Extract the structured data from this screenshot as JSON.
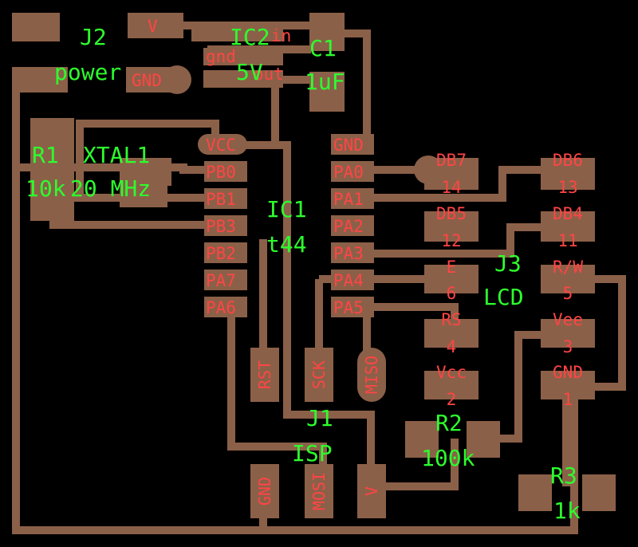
{
  "colors": {
    "background": "#000000",
    "copper": "#8b6048",
    "pin_text": "#ff4545",
    "component_label": "#2dff2d"
  },
  "components": {
    "J2": {
      "ref": "J2",
      "value": "power",
      "pins": {
        "v": "V",
        "gnd": "GND"
      }
    },
    "IC2": {
      "ref": "IC2",
      "value": "5V",
      "pins": {
        "in": "in",
        "gnd": "gnd",
        "out": "out"
      }
    },
    "C1": {
      "ref": "C1",
      "value": "1uF"
    },
    "R1": {
      "ref": "R1",
      "value": "10k"
    },
    "XTAL1": {
      "ref": "XTAL1",
      "value": "20 MHz"
    },
    "IC1": {
      "ref": "IC1",
      "value": "t44",
      "left_pins": [
        "VCC",
        "PB0",
        "PB1",
        "PB3",
        "PB2",
        "PA7",
        "PA6"
      ],
      "right_pins": [
        "GND",
        "PA0",
        "PA1",
        "PA2",
        "PA3",
        "PA4",
        "PA5"
      ]
    },
    "J3": {
      "ref": "J3",
      "value": "LCD",
      "left_pins": [
        {
          "name": "DB7",
          "num": "14"
        },
        {
          "name": "DB5",
          "num": "12"
        },
        {
          "name": "E",
          "num": "6"
        },
        {
          "name": "RS",
          "num": "4"
        },
        {
          "name": "Vcc",
          "num": "2"
        }
      ],
      "right_pins": [
        {
          "name": "DB6",
          "num": "13"
        },
        {
          "name": "DB4",
          "num": "11"
        },
        {
          "name": "R/W",
          "num": "5"
        },
        {
          "name": "Vee",
          "num": "3"
        },
        {
          "name": "GND",
          "num": "1"
        }
      ]
    },
    "J1": {
      "ref": "J1",
      "value": "ISP",
      "pins": [
        "RST",
        "SCK",
        "MISO",
        "GND",
        "MOSI",
        "V"
      ]
    },
    "R2": {
      "ref": "R2",
      "value": "100k"
    },
    "R3": {
      "ref": "R3",
      "value": "1k"
    }
  }
}
